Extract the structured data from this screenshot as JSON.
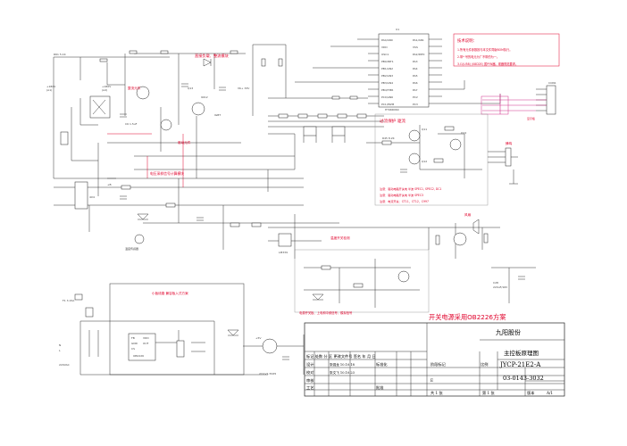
{
  "notes_box": {
    "title": "技术说明：",
    "lines": [
      "1.所有元件参数按与本文件同版BOM执行。",
      "2.带* 号的电元为厂不带的为一。",
      "3.I1(U58) (08D2E) 属PYN器。现器规范要求。"
    ]
  },
  "annotations": {
    "load_label": "直接负载、整流模块",
    "protect_label": "整流元件",
    "drive_label": "驱动元件",
    "sample_label": "电压采样信号计算模块",
    "overcurrent_label": "过流保护 驱流",
    "sensor_label": "温度开关检测",
    "power_module_label": "小板线路 兼容板入式方案",
    "power_note": "开关电源采用OB2226方案",
    "buzzer_label": "蜂鸣",
    "fan_label": "风扇",
    "display_label": "显示板",
    "bottom_red_label": "电源开关板、上电和中频信号、模拟信号",
    "ac_input": "220VAC",
    "note_line_a": "注意：驱动电路开关电 半波 SPEC1, SPEC2, DC1",
    "note_line_b": "注意：驱动电路开关电 半波 SPEC3",
    "note_line_c": "注意：电流开关：CT11、CT12、C997"
  },
  "title_block": {
    "company": "九阳股份",
    "drawing_title": "主控板原理图",
    "model": "JYCP-21E2-A",
    "doc_no": "03-0143-3032",
    "header_row": "标记 处数 分 区 更改文件号 签名 年 月 日",
    "designer_label": "设计",
    "designer": "张强龙 10.10.18",
    "std_label": "标准化",
    "checker_label": "校对",
    "checker": "张文飞 10.10.23",
    "review_label": "审核",
    "process_label": "工艺",
    "approve_label": "批准",
    "stage_label": "阶段标记",
    "weight_label": "重量",
    "scale_label": "比例",
    "stage_value": "E",
    "sheets": "共 1 张",
    "sheet_no": "第 1 张",
    "version_label": "版本",
    "version": "A/1"
  },
  "connector_marks": [
    "CON1",
    "CON2",
    "CON3"
  ],
  "ic_labels": {
    "mcu": "U1",
    "mcu_part": "HT46R064",
    "power_ic": "OB2226",
    "comparator": "LM339"
  }
}
